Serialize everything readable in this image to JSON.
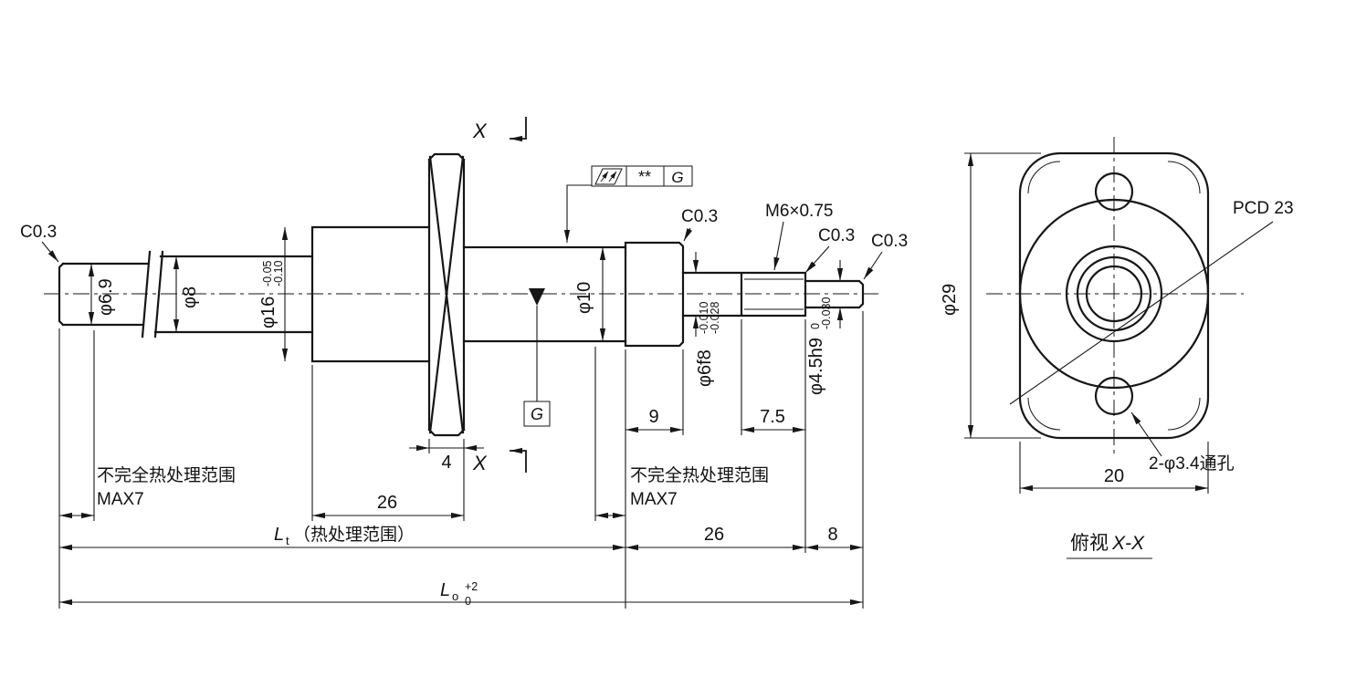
{
  "drawing_title": "shaft-engineering-drawing",
  "colors": {
    "line": "#161616",
    "background": "#ffffff"
  },
  "side_view": {
    "section_marker": "X",
    "chamfers": {
      "left": "C0.3",
      "collar": "C0.3",
      "thread_end": "C0.3",
      "shaft_end": "C0.3"
    },
    "diameters": {
      "d1": "φ6.9",
      "d2": "φ8",
      "d3": "φ16",
      "d3_tol_upper": "-0.05",
      "d3_tol_lower": "-0.10",
      "d4": "φ10",
      "d5": "φ6f8",
      "d5_tol_upper": "-0.010",
      "d5_tol_lower": "-0.028",
      "d6": "φ4.5h9",
      "d6_tol_upper": "0",
      "d6_tol_lower": "-0.030"
    },
    "thread": "M6×0.75",
    "lengths": {
      "flange": "4",
      "body": "26",
      "collar": "9",
      "thread": "7.5",
      "end_section": "26",
      "tip": "8"
    },
    "heat_note_left": {
      "line1": "不完全热处理范围",
      "line2": "MAX7"
    },
    "heat_note_right": {
      "line1": "不完全热处理范围",
      "line2": "MAX7"
    },
    "lt": {
      "symbol": "L",
      "sub": "t",
      "suffix": "（热处理范围）"
    },
    "lo": {
      "symbol": "L",
      "sub": "o",
      "tol_upper": "+2",
      "tol_lower": "0"
    },
    "datum": "G",
    "finish": {
      "stars": "**",
      "datum": "G"
    }
  },
  "end_view": {
    "outer_diameter": "φ29",
    "pcd": "PCD 23",
    "holes": "2-φ3.4通孔",
    "width": "20",
    "title_prefix": "俯视",
    "title_section": "X-X"
  }
}
